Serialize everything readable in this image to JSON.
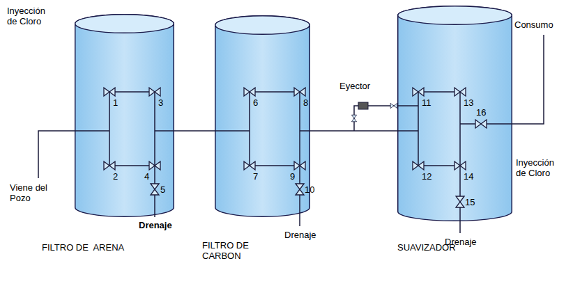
{
  "diagram": {
    "nodes": [
      {
        "text": [
          "FILTRO DE  ARENA"
        ]
      },
      {
        "text": [
          "FILTRO DE CARBON"
        ]
      },
      {
        "text": [
          "SUAVIZADOR"
        ]
      }
    ],
    "edges": [
      {
        "from": 0,
        "to": 1,
        "arrow": "none"
      },
      {
        "from": 1,
        "to": 2,
        "arrow": "none"
      }
    ],
    "labels": [
      "Inyección de Cloro",
      "Viene del Pozo",
      "1",
      "2",
      "3",
      "4",
      "5",
      "Drenaje",
      "6",
      "7",
      "8",
      "9",
      "10",
      "Drenaje",
      "Eyector",
      "11",
      "12",
      "13",
      "14",
      "15",
      "16",
      "Drenaje",
      "Consumo",
      "Inyección de Cloro"
    ]
  }
}
